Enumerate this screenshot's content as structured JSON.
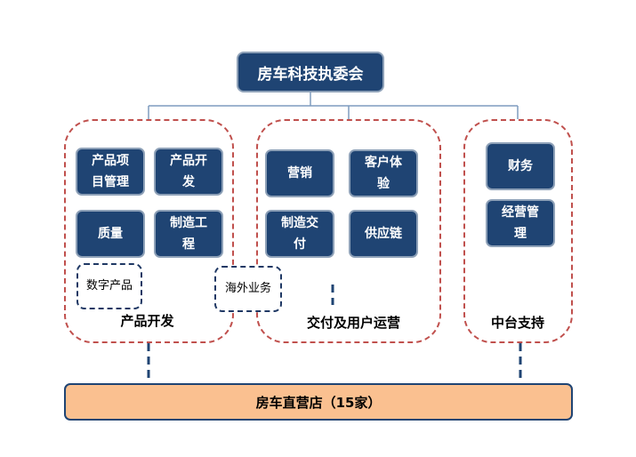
{
  "root": {
    "label": "房车科技执委会"
  },
  "groups": [
    {
      "label": "产品开发",
      "units": [
        "产品项目管理",
        "产品开发",
        "质量",
        "制造工程"
      ],
      "dashed_units": [
        "数字产品"
      ]
    },
    {
      "label": "交付及用户运营",
      "units": [
        "营销",
        "客户体验",
        "制造交付",
        "供应链"
      ],
      "dashed_units": [
        "海外业务"
      ]
    },
    {
      "label": "中台支持",
      "units": [
        "财务",
        "经营管理"
      ]
    }
  ],
  "store": {
    "label": "房车直营店（15家）"
  },
  "colors": {
    "unit_fill": "#1f4473",
    "unit_border": "#8ea1b8",
    "group_border": "#c0504d",
    "store_fill": "#fac090",
    "line": "#1f4473"
  }
}
